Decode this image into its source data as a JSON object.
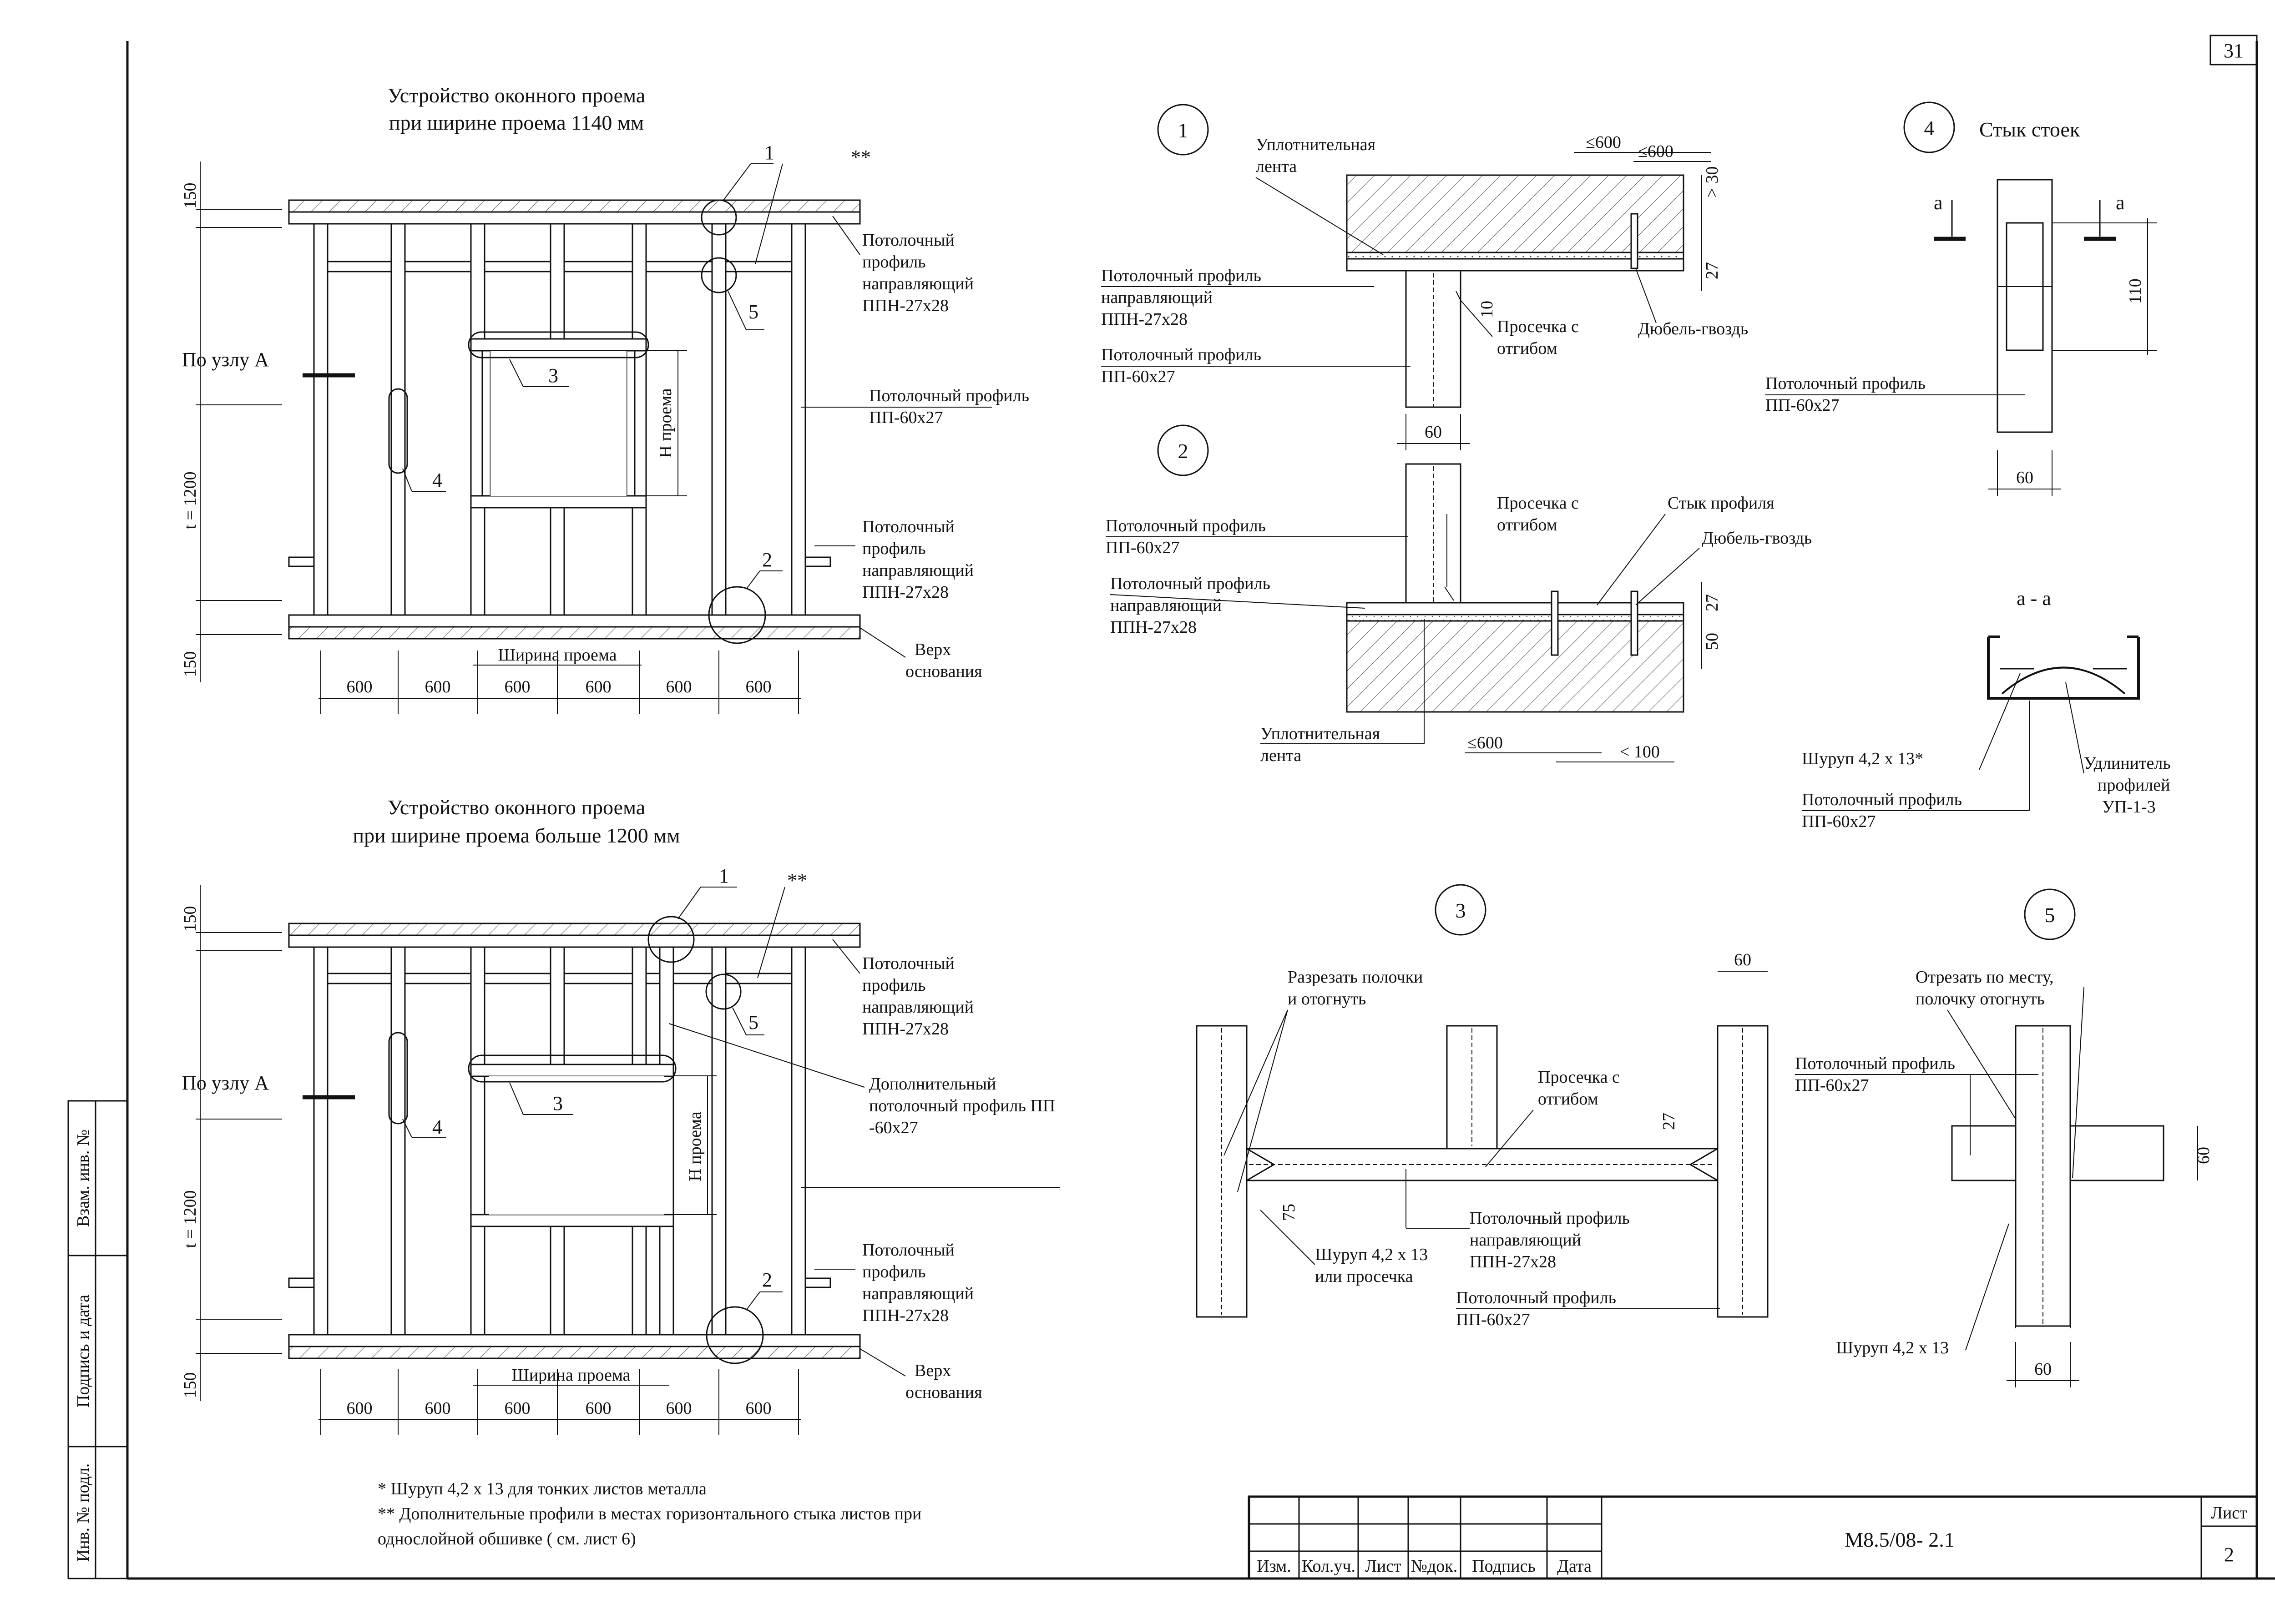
{
  "sheet": {
    "page_number": "31",
    "sheet_no_label": "Лист",
    "sheet_no": "2",
    "doc_code": "М8.5/08- 2.1"
  },
  "title_block": {
    "col_izm": "Изм.",
    "col_kol": "Кол.уч.",
    "col_list": "Лист",
    "col_doc": "№док.",
    "col_sign": "Подпись",
    "col_date": "Дата"
  },
  "side_stamp": {
    "vzam": "Взам. инв. №",
    "podpis": "Подпись и дата",
    "inv": "Инв. № подл."
  },
  "top_elev": {
    "title1": "Устройство оконного проема",
    "title2": "при ширине проема  1140 мм",
    "star": "**",
    "callout1": "1",
    "callout2": "2",
    "callout3": "3",
    "callout4": "4",
    "callout5": "5",
    "dim150": "150",
    "dim_t": "t = 1200",
    "dims_bottom": [
      "600",
      "600",
      "600",
      "600",
      "600",
      "600"
    ],
    "width_label": "Ширина проема",
    "h_label": "Н проема",
    "uzel": "По узлу А",
    "label_pn1": [
      "Потолочный",
      "профиль",
      "направляющий",
      "ППН-27х28"
    ],
    "label_pp": [
      "Потолочный профиль",
      "ПП-60х27"
    ],
    "label_pn2": [
      "Потолочный",
      "профиль",
      "направляющий",
      "ППН-27х28"
    ],
    "label_base": [
      "Верх",
      "основания"
    ]
  },
  "bot_elev": {
    "title1": "Устройство оконного проема",
    "title2": "при ширине проема больше 1200 мм",
    "star": "**",
    "callout1": "1",
    "callout2": "2",
    "callout3": "3",
    "callout4": "4",
    "callout5": "5",
    "dim150": "150",
    "dim_t": "t = 1200",
    "dims_bottom": [
      "600",
      "600",
      "600",
      "600",
      "600",
      "600"
    ],
    "width_label": "Ширина проема",
    "h_label": "Н проема",
    "uzel": "По узлу А",
    "label_pn1": [
      "Потолочный",
      "профиль",
      "направляющий",
      "ППН-27х28"
    ],
    "label_add": [
      "Дополнительный",
      "потолочный профиль ПП",
      "-60х27"
    ],
    "label_pn2": [
      "Потолочный",
      "профиль",
      "направляющий",
      "ППН-27х28"
    ],
    "label_base": [
      "Верх",
      "основания"
    ]
  },
  "notes": {
    "n1": "*  Шуруп 4,2 х 13 для тонких листов металла",
    "n2": "** Дополнительные профили в местах горизонтального стыка листов при",
    "n3": "однослойной обшивке ( см. лист 6)"
  },
  "detail1": {
    "num": "1",
    "tape": [
      "Уплотнительная",
      "лента"
    ],
    "d600a": "≤600",
    "d600b": "≤600",
    "d30": "> 30",
    "d27": "27",
    "d10": "10",
    "pn": [
      "Потолочный профиль",
      "направляющий",
      "ППН-27х28"
    ],
    "pp": [
      "Потолочный профиль",
      "ПП-60х27"
    ],
    "cut": [
      "Просечка с",
      "отгибом"
    ],
    "dowel": "Дюбель-гвоздь",
    "d60": "60"
  },
  "detail2": {
    "num": "2",
    "pp": [
      "Потолочный профиль",
      "ПП-60х27"
    ],
    "cut": [
      "Просечка с",
      "отгибом"
    ],
    "joint": "Стык  профиля",
    "dowel": "Дюбель-гвоздь",
    "pn": [
      "Потолочный профиль",
      "направляющий",
      "ППН-27х28"
    ],
    "d27": "27",
    "d50": "50",
    "tape": [
      "Уплотнительная",
      "лента"
    ],
    "d600": "≤600",
    "d100": "< 100"
  },
  "detail3": {
    "num": "3",
    "cut": [
      "Разрезать полочки",
      "и отогнуть"
    ],
    "cut2": [
      "Просечка с",
      "отгибом"
    ],
    "d60": "60",
    "d27": "27",
    "d75": "75",
    "pn": [
      "Потолочный профиль",
      "направляющий",
      "ППН-27х28"
    ],
    "screw": [
      "Шуруп 4,2 х 13",
      "или просечка"
    ],
    "pp": [
      "Потолочный профиль",
      "ПП-60х27"
    ]
  },
  "detail4": {
    "num": "4",
    "title": "Стык стоек",
    "a1": "а",
    "a2": "а",
    "d110": "110",
    "pp": [
      "Потолочный профиль",
      "ПП-60х27"
    ],
    "d60": "60",
    "section": "а - а",
    "screw": "Шуруп 4,2 х 13*",
    "ext": [
      "Удлинитель",
      "профилей",
      "УП-1-3"
    ],
    "pp2": [
      "Потолочный профиль",
      "ПП-60х27"
    ]
  },
  "detail5": {
    "num": "5",
    "cut": [
      "Отрезать по месту,",
      "полочку отогнуть"
    ],
    "pp": [
      "Потолочный профиль",
      "ПП-60х27"
    ],
    "d60a": "60",
    "screw": "Шуруп 4,2 х 13",
    "d60b": "60"
  }
}
